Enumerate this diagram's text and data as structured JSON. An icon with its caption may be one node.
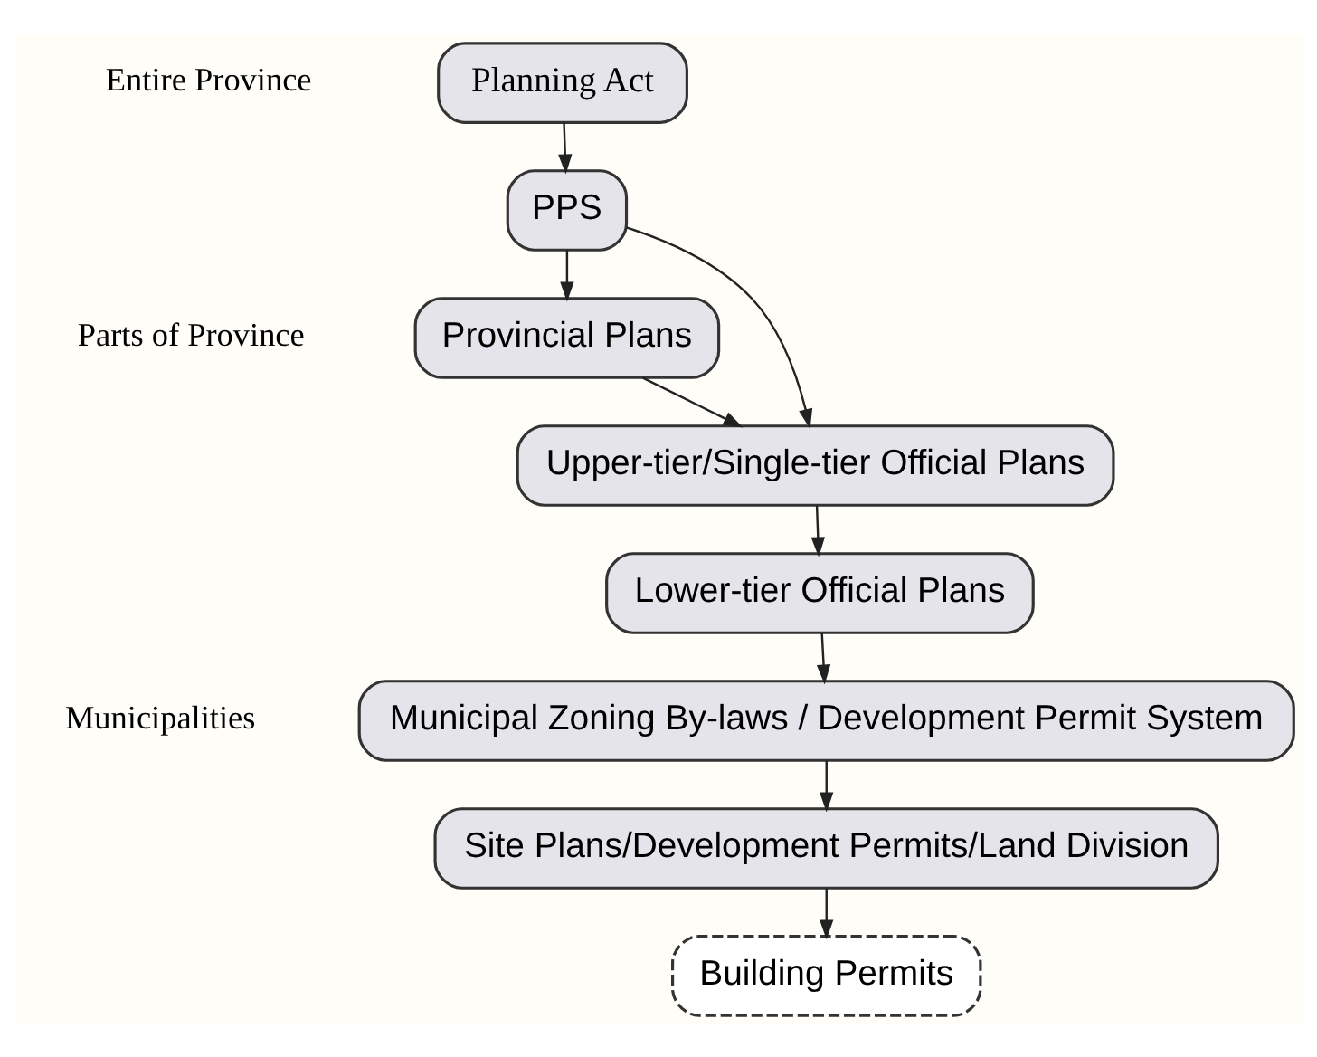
{
  "diagram": {
    "nodes": [
      {
        "text": [
          "Planning Act"
        ]
      },
      {
        "text": [
          "PPS"
        ]
      },
      {
        "text": [
          "Provincial Plans"
        ]
      },
      {
        "text": [
          "Upper-tier/Single-tier Official Plans"
        ]
      },
      {
        "text": [
          "Lower-tier Official Plans"
        ]
      },
      {
        "text": [
          "Municipal Zoning By-laws / Development Permit System"
        ]
      },
      {
        "text": [
          "Site Plans/Development Permits/Land Division"
        ]
      },
      {
        "text": [
          "Building Permits"
        ]
      }
    ],
    "edges": [
      {
        "from": 0,
        "to": 1,
        "arrow": "to"
      },
      {
        "from": 1,
        "to": 2,
        "arrow": "to"
      },
      {
        "from": 1,
        "to": 3,
        "arrow": "to"
      },
      {
        "from": 2,
        "to": 3,
        "arrow": "to"
      },
      {
        "from": 3,
        "to": 4,
        "arrow": "to"
      },
      {
        "from": 4,
        "to": 5,
        "arrow": "to"
      },
      {
        "from": 5,
        "to": 6,
        "arrow": "to"
      },
      {
        "from": 6,
        "to": 7,
        "arrow": "to"
      }
    ],
    "labels": [
      "Entire Province",
      "Parts of Province",
      "Municipalities"
    ]
  }
}
